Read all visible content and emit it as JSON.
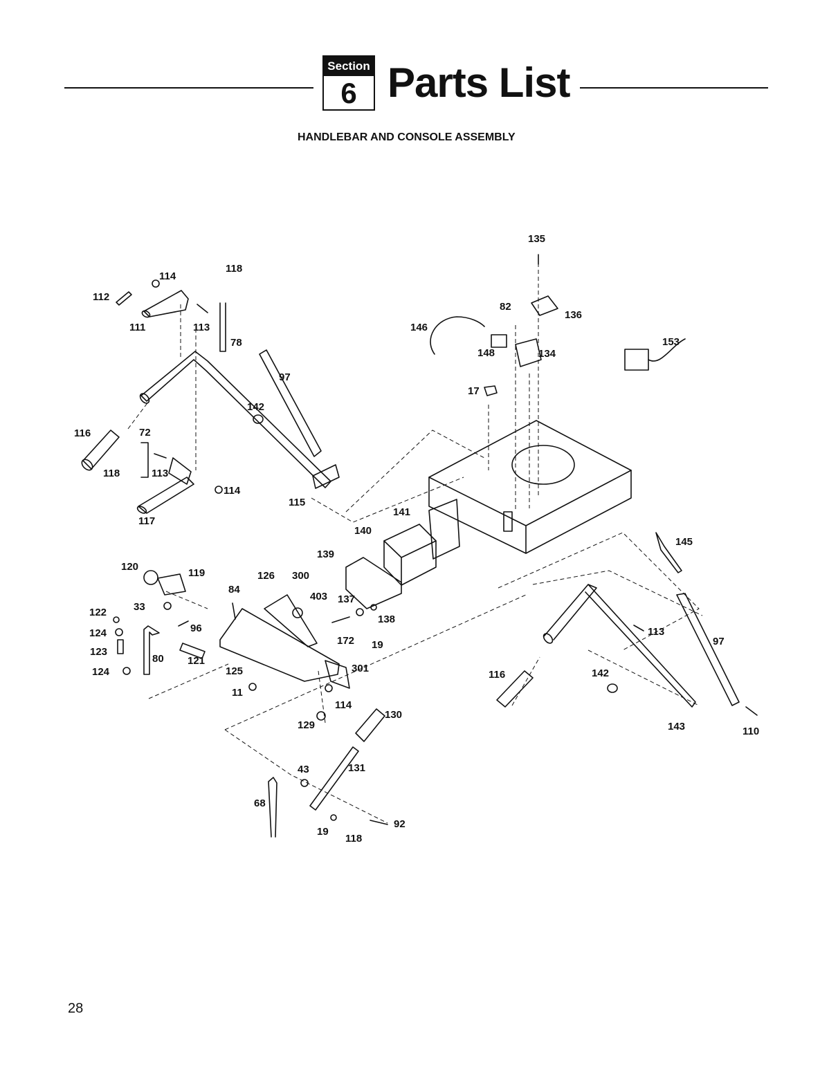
{
  "header": {
    "section_label": "Section",
    "section_number": "6",
    "title": "Parts List",
    "subtitle": "HANDLEBAR AND CONSOLE ASSEMBLY"
  },
  "callouts": [
    "135",
    "118",
    "114",
    "112",
    "111",
    "113",
    "78",
    "97",
    "142",
    "136",
    "82",
    "146",
    "148",
    "134",
    "153",
    "17",
    "116",
    "72",
    "118",
    "113",
    "114",
    "115",
    "117",
    "141",
    "140",
    "145",
    "139",
    "120",
    "119",
    "126",
    "300",
    "84",
    "403",
    "33",
    "137",
    "122",
    "96",
    "138",
    "124",
    "172",
    "19",
    "123",
    "80",
    "121",
    "125",
    "301",
    "124",
    "11",
    "114",
    "113",
    "97",
    "116",
    "142",
    "130",
    "129",
    "143",
    "110",
    "43",
    "131",
    "68",
    "92",
    "19",
    "118"
  ],
  "footer": {
    "page_number": "28"
  }
}
